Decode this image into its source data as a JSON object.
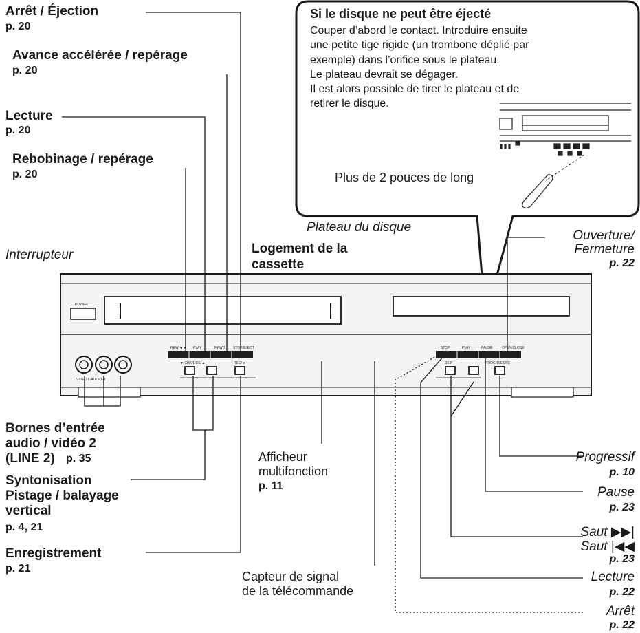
{
  "labels": {
    "stop_eject": "Arrêt / Éjection",
    "stop_eject_page": "p. 20",
    "fast_forward": "Avance accélérée / repérage",
    "fast_forward_page": "p. 20",
    "play": "Lecture",
    "play_page": "p. 20",
    "rewind": "Rebobinage / repérage",
    "rewind_page": "p. 20",
    "power": "Interrupteur",
    "cassette_slot_line1": "Logement de la",
    "cassette_slot_line2": "cassette",
    "disc_tray": "Plateau du disque",
    "open_close_line1": "Ouverture/",
    "open_close_line2": "Fermeture",
    "open_close_page": "p. 22",
    "av_input_line1": "Bornes d’entrée",
    "av_input_line2": "audio / vidéo 2",
    "av_input_line3": "(LINE 2)",
    "av_input_page": "p. 35",
    "display_line1": "Afficheur",
    "display_line2": "multifonction",
    "display_page": "p. 11",
    "tuning_line1": "Syntonisation",
    "tuning_line2": "Pistage / balayage",
    "tuning_line3": "vertical",
    "tuning_page": "p. 4, 21",
    "record": "Enregistrement",
    "record_page": "p. 21",
    "remote_sensor_line1": "Capteur de signal",
    "remote_sensor_line2": "de la télécommande",
    "progressive": "Progressif",
    "progressive_page": "p. 10",
    "pause": "Pause",
    "pause_page": "p. 23",
    "skip_next": "Saut",
    "skip_prev": "Saut",
    "skip_page": "p. 23",
    "dvd_play": "Lecture",
    "dvd_play_page": "p. 22",
    "dvd_stop": "Arrêt",
    "dvd_stop_page": "p. 22"
  },
  "callout": {
    "title": "Si le disque ne peut être éjecté",
    "line1": "Couper d’abord le contact. Introduire ensuite",
    "line2": "une petite tige rigide (un trombone déplié par",
    "line3": "exemple) dans l’orifice sous le plateau.",
    "line4": "Le plateau devrait se dégager.",
    "line5": "Il est alors possible de tirer le plateau et de",
    "line6": "retirer le disque.",
    "pin_note": "Plus de 2 pouces de long"
  },
  "device": {
    "power_text": "POWER",
    "vcr_buttons": [
      "REW/◄◄",
      "PLAY",
      "F.FWD",
      "STOP/EJECT"
    ],
    "channel_text": "▼ CHANNEL ▲",
    "rec_text": "REC/ ●",
    "av_text": "VIDEO  L-AUDIO-R",
    "dvd_buttons": [
      "STOP",
      "PLAY",
      "PAUSE",
      "OPEN/CLOSE"
    ],
    "skip_text": "SKIP",
    "progressive_text": "PROGRESSIVE"
  },
  "colors": {
    "ink": "#1a1a1a",
    "panel": "#f4f4f4",
    "button": "#1e1e1e"
  }
}
